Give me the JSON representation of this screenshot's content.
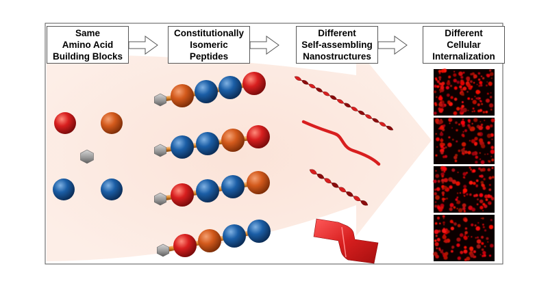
{
  "headers": [
    {
      "lines": [
        "Same",
        "Amino Acid",
        "Building Blocks"
      ]
    },
    {
      "lines": [
        "Constitutionally",
        "Isomeric",
        "Peptides"
      ]
    },
    {
      "lines": [
        "Different",
        "Self-assembling",
        "Nanostructures"
      ]
    },
    {
      "lines": [
        "Different",
        "Cellular",
        "Internalization"
      ]
    }
  ],
  "colors": {
    "red_residue": "#d81f1f",
    "orange_residue": "#d35a1c",
    "blue_residue": "#1b5ea6",
    "cap": "#9a9a9a",
    "linker": "#e08a2a",
    "background_arrow": "#fbe3d8",
    "nanostructure": "#d81f1f",
    "micrograph_bg": "#0b0000"
  },
  "building_blocks": [
    "red",
    "orange",
    "cap",
    "blue",
    "blue"
  ],
  "peptides": [
    [
      "orange",
      "blue",
      "blue",
      "red"
    ],
    [
      "blue",
      "blue",
      "orange",
      "red"
    ],
    [
      "red",
      "blue",
      "blue",
      "orange"
    ],
    [
      "red",
      "orange",
      "blue",
      "blue"
    ]
  ],
  "nanostructures": [
    "twisted-ribbon",
    "wavy-fiber",
    "short-twisted-ribbon",
    "flat-tape"
  ],
  "micrographs_count": 4
}
